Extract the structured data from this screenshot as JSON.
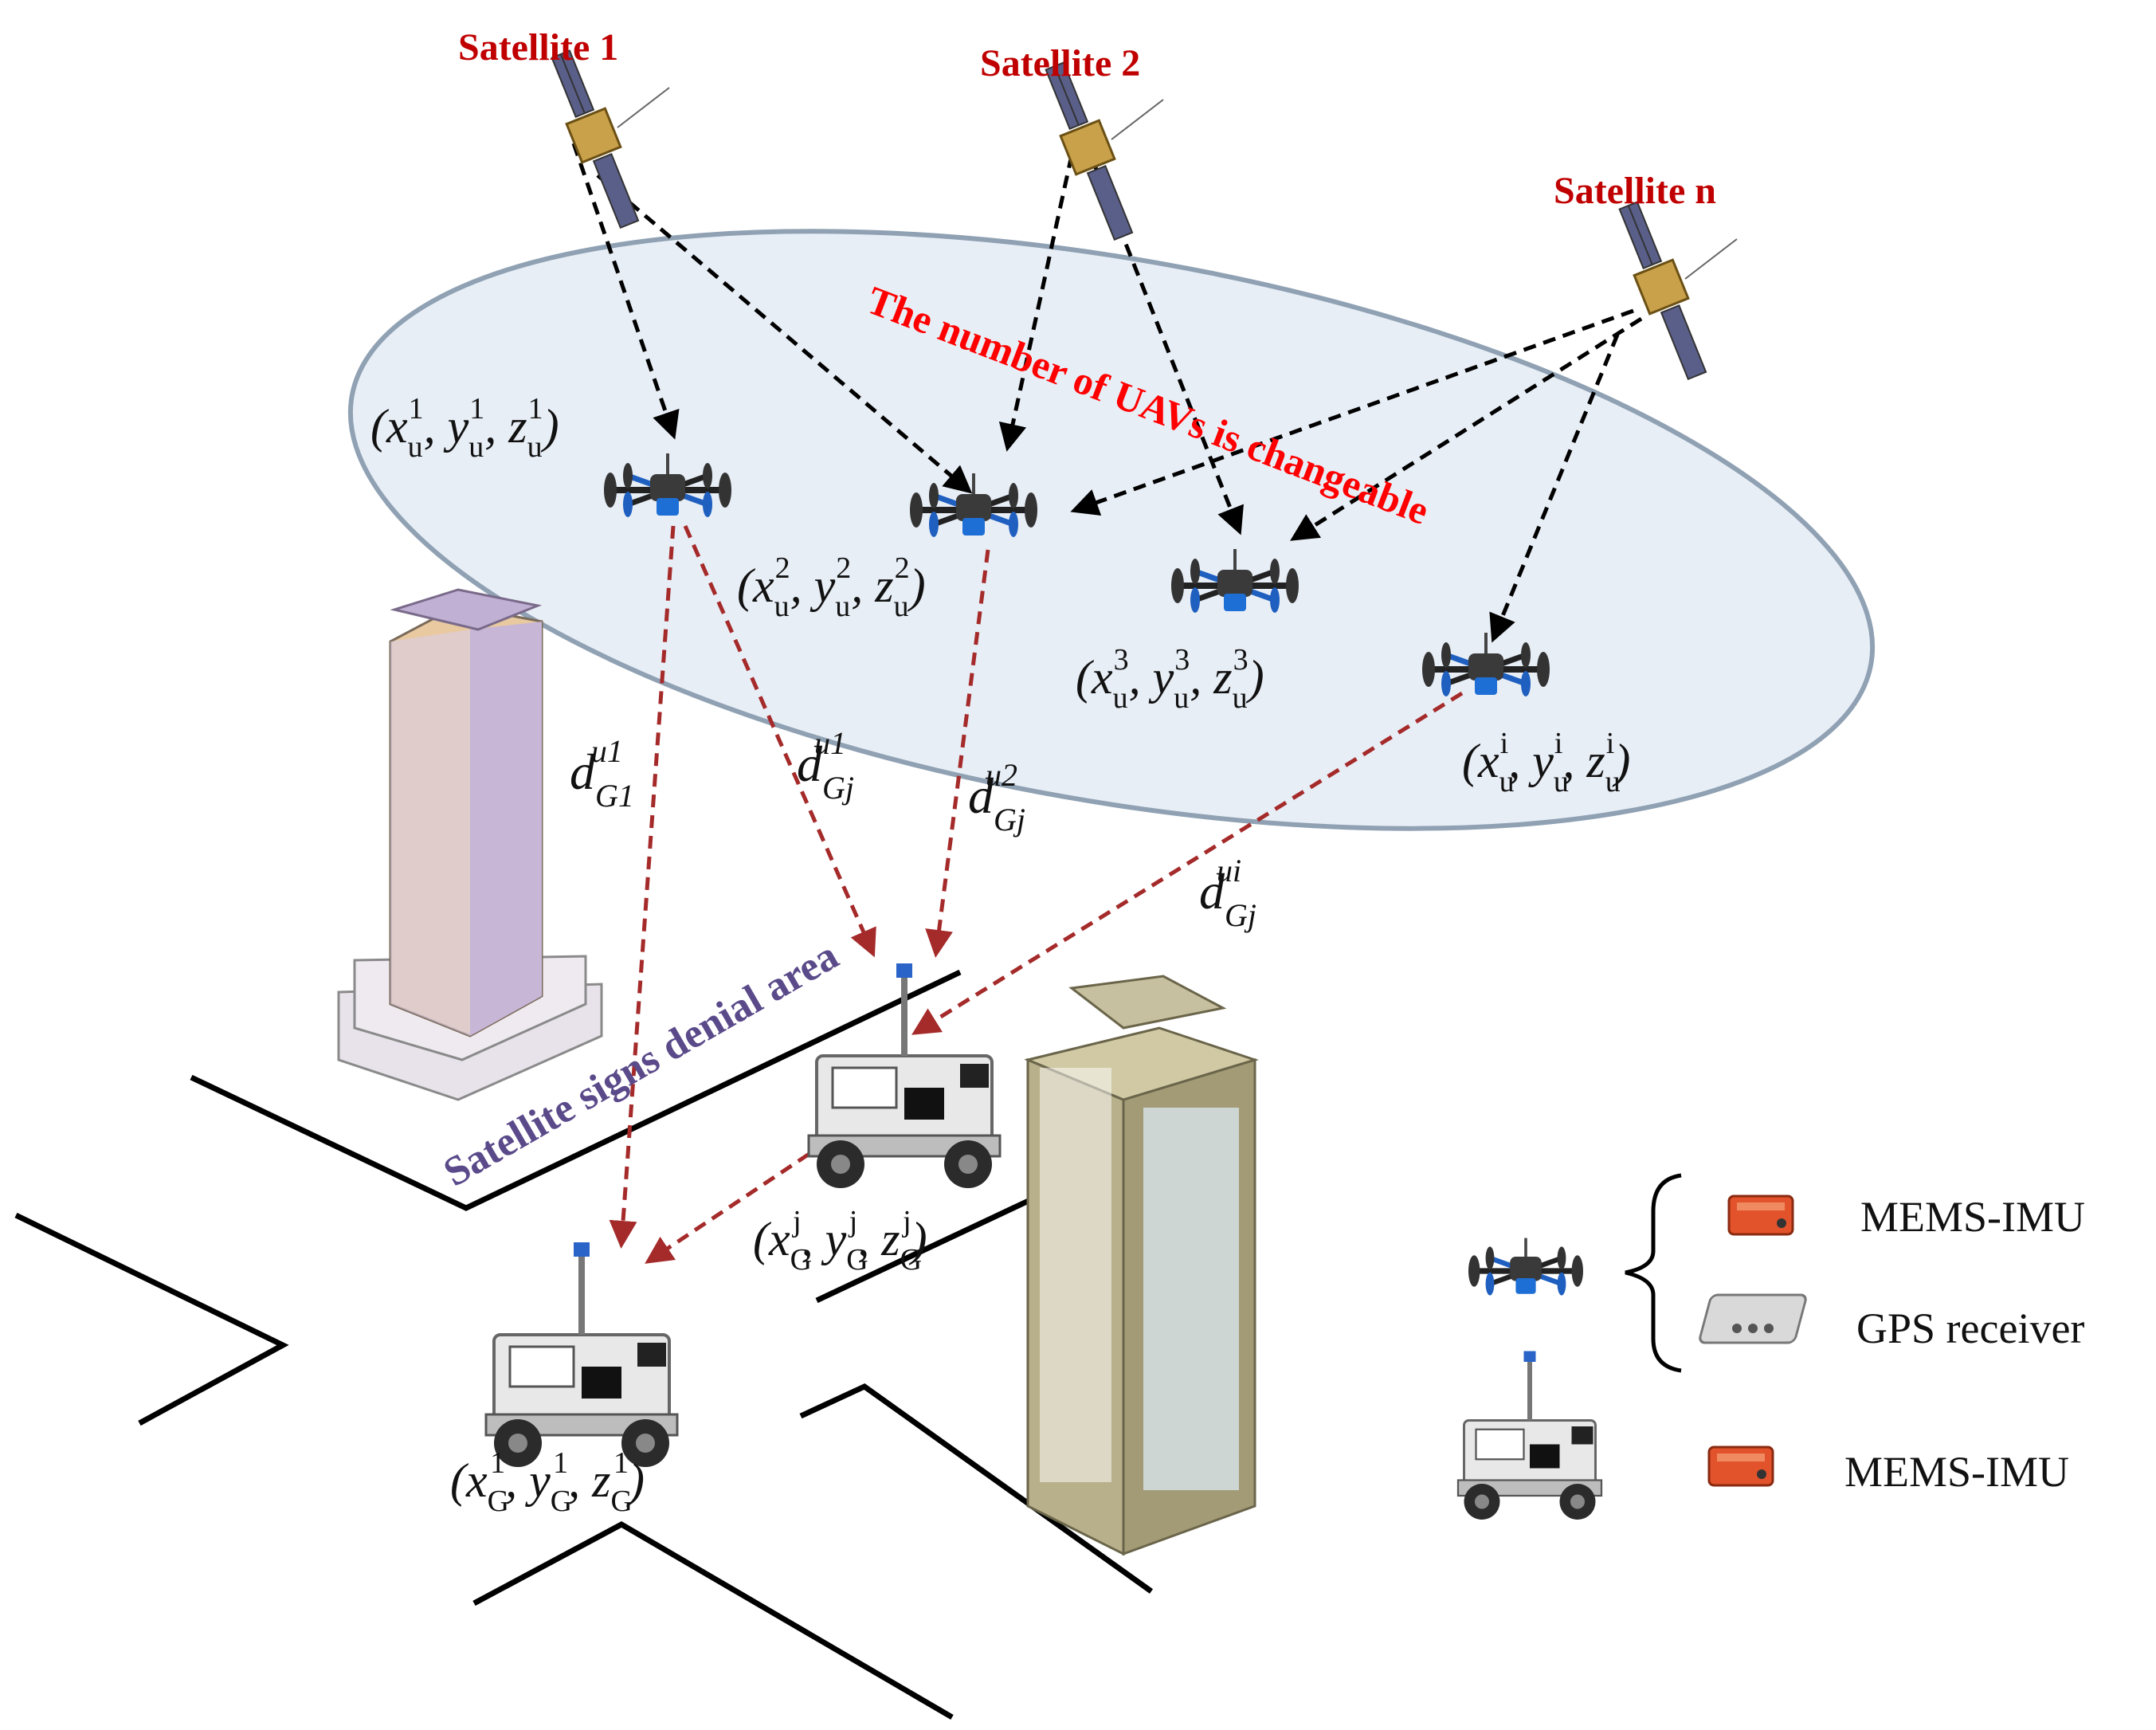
{
  "satellites": [
    {
      "label": "Satellite 1"
    },
    {
      "label": "Satellite 2"
    },
    {
      "label": "Satellite n"
    }
  ],
  "uav_zone_label": "The number of UAVs is changeable",
  "denial_label": "Satellite signs denial area",
  "uav_coords": [
    {
      "base": "(x",
      "sub": "u",
      "sup": "1",
      "rest": ", y",
      "sub2": "u",
      "sup2": "1",
      "rest2": ", z",
      "sub3": "u",
      "sup3": "1",
      "end": ")"
    },
    {
      "base": "(x",
      "sub": "u",
      "sup": "2",
      "rest": ", y",
      "sub2": "u",
      "sup2": "2",
      "rest2": ", z",
      "sub3": "u",
      "sup3": "2",
      "end": ")"
    },
    {
      "base": "(x",
      "sub": "u",
      "sup": "3",
      "rest": ", y",
      "sub2": "u",
      "sup2": "3",
      "rest2": ", z",
      "sub3": "u",
      "sup3": "3",
      "end": ")"
    },
    {
      "base": "(x",
      "sub": "u",
      "sup": "i",
      "rest": ", y",
      "sub2": "u",
      "sup2": "i",
      "rest2": ", z",
      "sub3": "u",
      "sup3": "i",
      "end": ")"
    }
  ],
  "ugv_coords": [
    {
      "base": "(x",
      "sub": "G",
      "sup": "j",
      "rest": ", y",
      "sub2": "G",
      "sup2": "j",
      "rest2": ", z",
      "sub3": "G",
      "sup3": "j",
      "end": ")"
    },
    {
      "base": "(x",
      "sub": "G",
      "sup": "1",
      "rest": ", y",
      "sub2": "G",
      "sup2": "1",
      "rest2": ", z",
      "sub3": "G",
      "sup3": "1",
      "end": ")"
    }
  ],
  "distances": [
    {
      "base": "d",
      "sub": "G1",
      "sup": "u1"
    },
    {
      "base": "d",
      "sub": "Gj",
      "sup": "u1"
    },
    {
      "base": "d",
      "sub": "Gj",
      "sup": "u2"
    },
    {
      "base": "d",
      "sub": "Gj",
      "sup": "ui"
    }
  ],
  "legend": {
    "uav_items": [
      "MEMS-IMU",
      "GPS receiver"
    ],
    "ugv_items": [
      "MEMS-IMU"
    ]
  },
  "colors": {
    "satellite_label": "#c00000",
    "zone_label": "#ff0000",
    "denial_label": "#5a4a8a",
    "satellite_link": "#000000",
    "uav_ugv_link": "#a52a2a",
    "zone_fill": "#e8eef6",
    "zone_stroke": "#8fa1b3"
  }
}
